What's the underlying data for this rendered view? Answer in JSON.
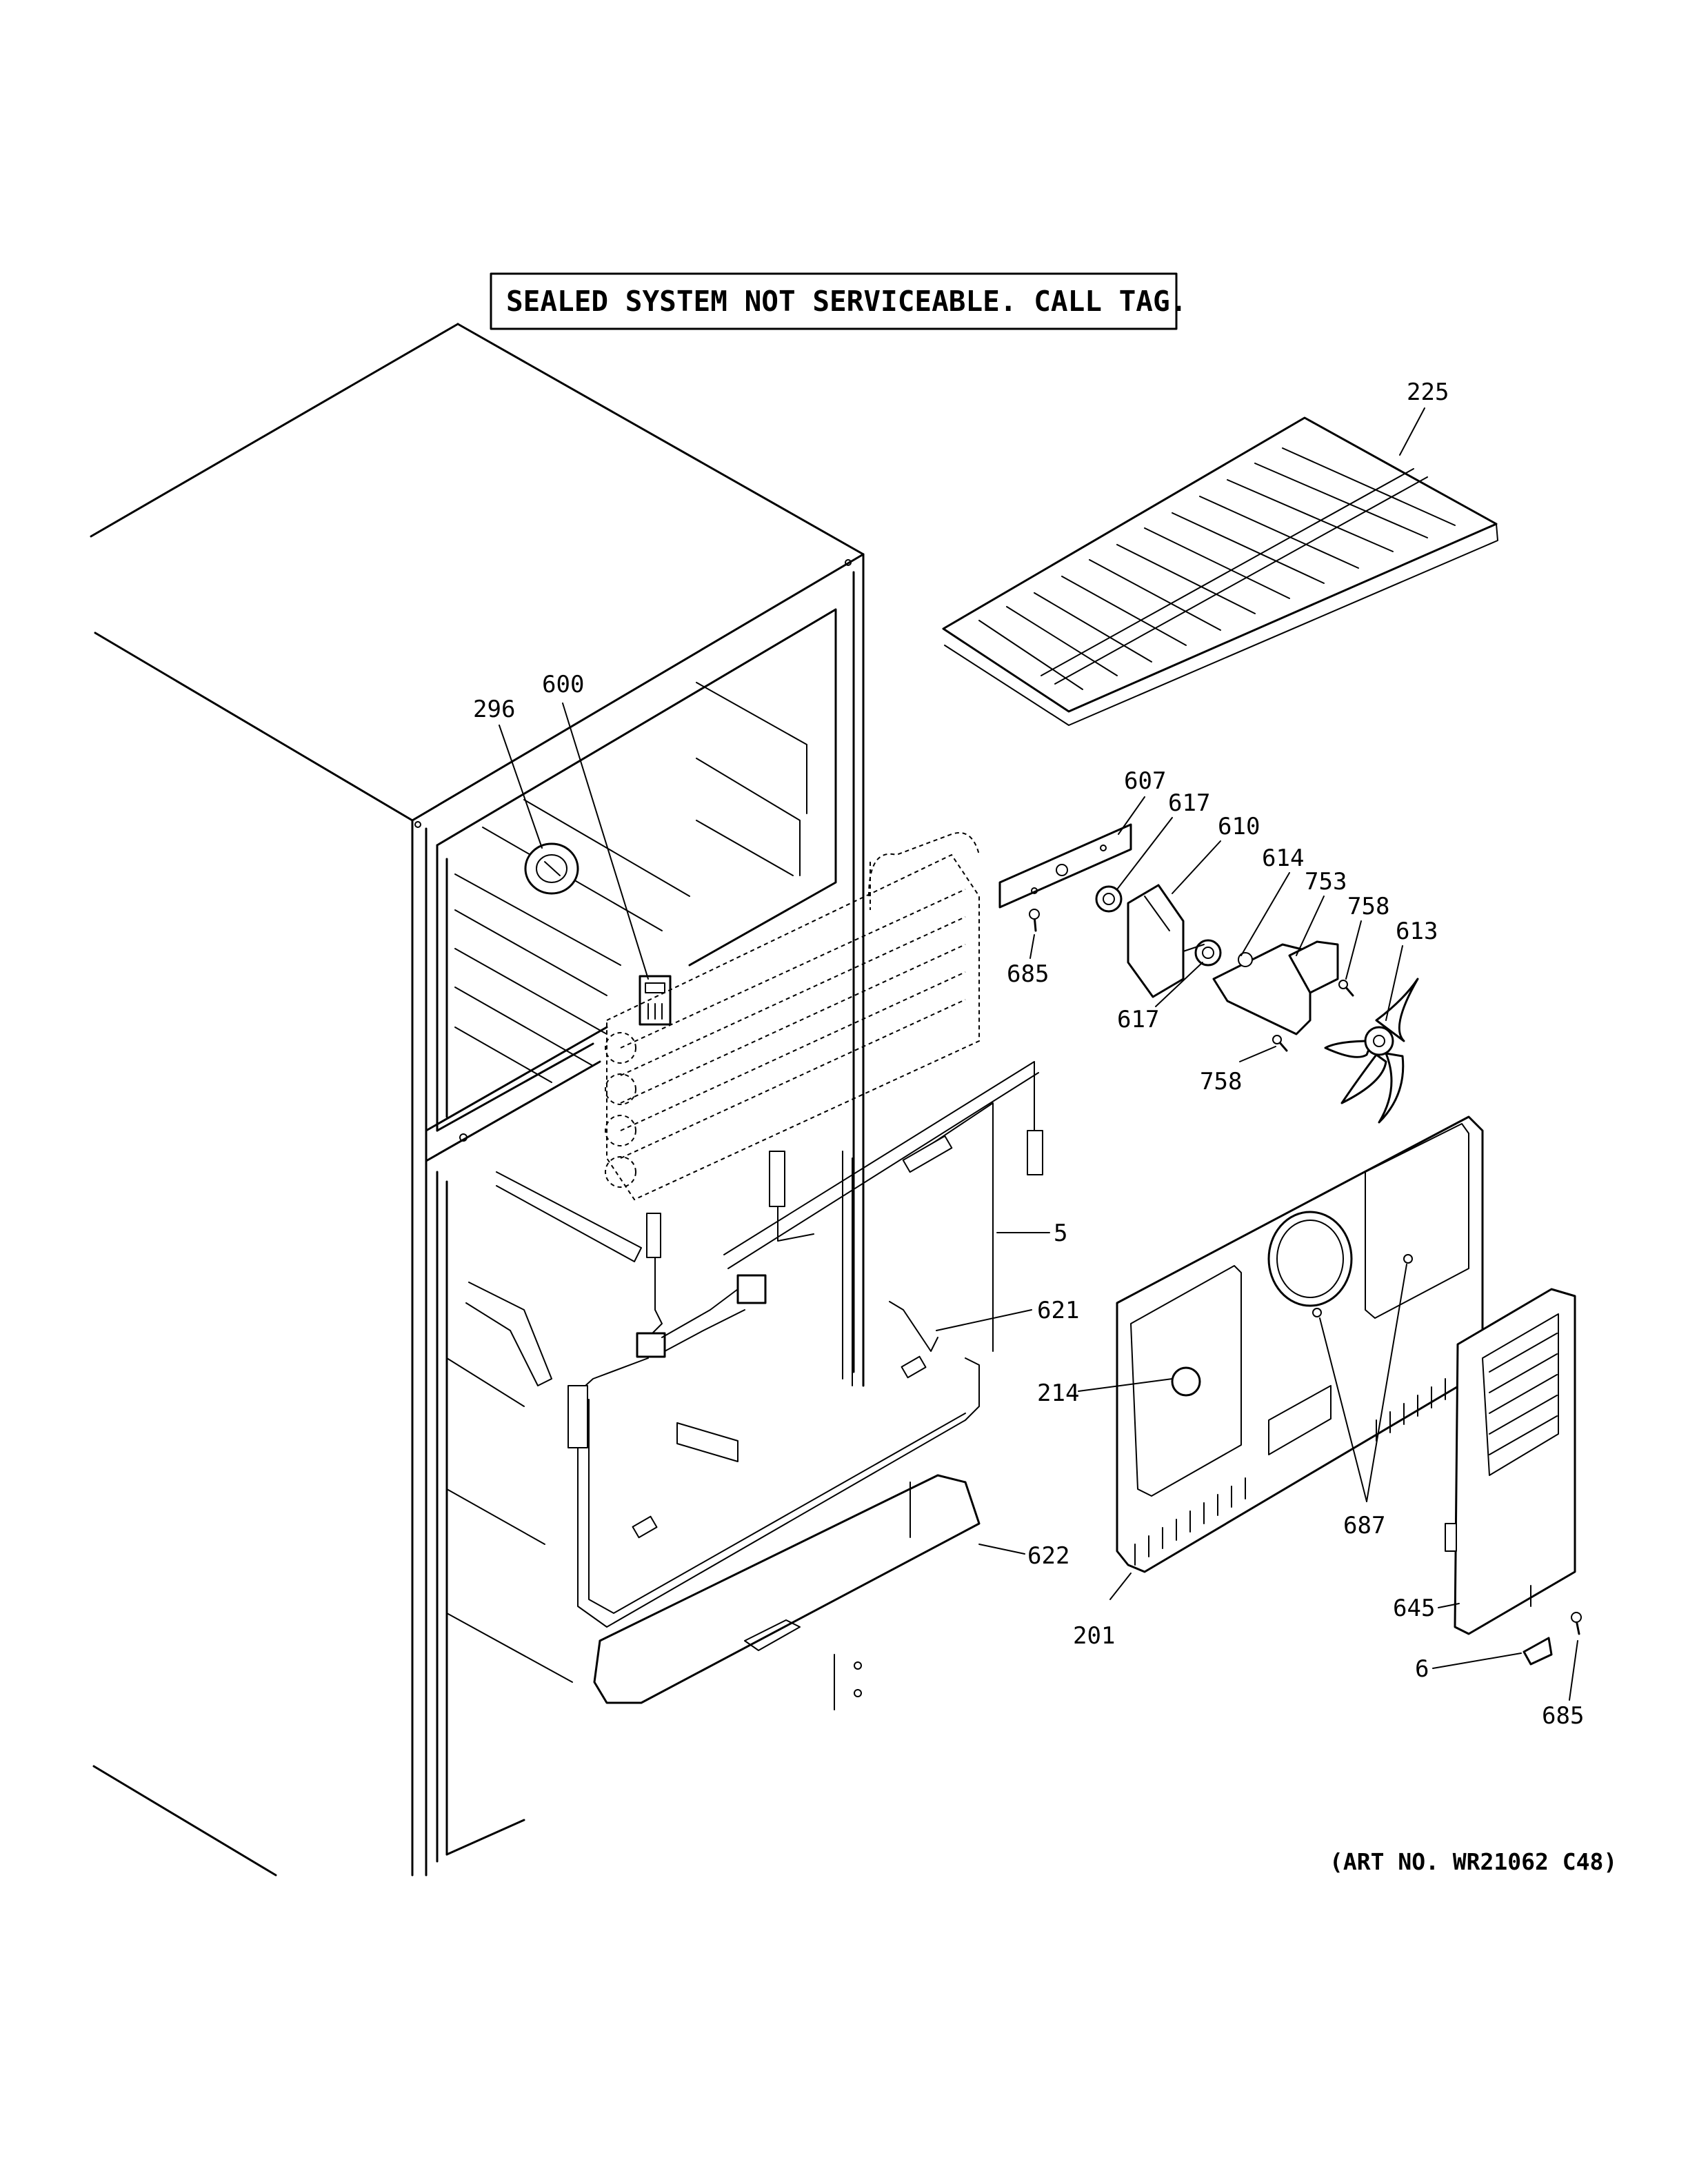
{
  "notice": "SEALED SYSTEM NOT SERVICEABLE. CALL TAG.",
  "art_number": "(ART NO. WR21062 C48)",
  "callouts": {
    "c225": "225",
    "c296": "296",
    "c600": "600",
    "c607": "607",
    "c617a": "617",
    "c610": "610",
    "c614": "614",
    "c753": "753",
    "c758a": "758",
    "c613": "613",
    "c685a": "685",
    "c617b": "617",
    "c758b": "758",
    "c5": "5",
    "c621": "621",
    "c214": "214",
    "c622": "622",
    "c687": "687",
    "c201": "201",
    "c645": "645",
    "c6": "6",
    "c685b": "685"
  }
}
